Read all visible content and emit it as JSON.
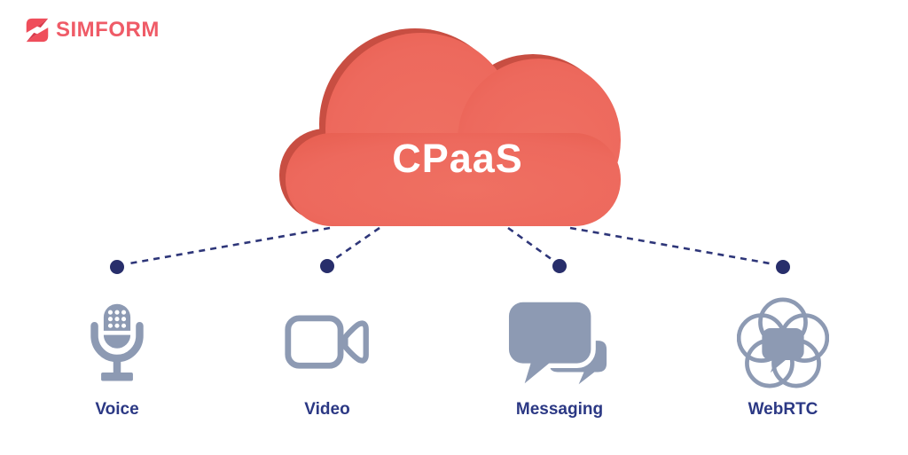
{
  "brand": {
    "name": "SIMFORM",
    "color": "#EF5B67",
    "icon": "simform-s-ribbon-icon"
  },
  "cloud": {
    "label": "CPaaS",
    "fill_color": "#ED6A5E",
    "shade_color": "#C84E42",
    "label_color": "#FFFFFF"
  },
  "connectors": {
    "style": "dashed",
    "line_color": "#2E3679",
    "dot_color": "#282E6B",
    "count": 4
  },
  "nodes": [
    {
      "label": "Voice",
      "icon": "microphone-icon"
    },
    {
      "label": "Video",
      "icon": "video-camera-icon"
    },
    {
      "label": "Messaging",
      "icon": "chat-bubbles-icon"
    },
    {
      "label": "WebRTC",
      "icon": "webrtc-flower-icon"
    }
  ],
  "styles": {
    "background": "#FFFFFF",
    "node_label_color": "#2B3884",
    "icon_color": "#8D9AB3"
  }
}
